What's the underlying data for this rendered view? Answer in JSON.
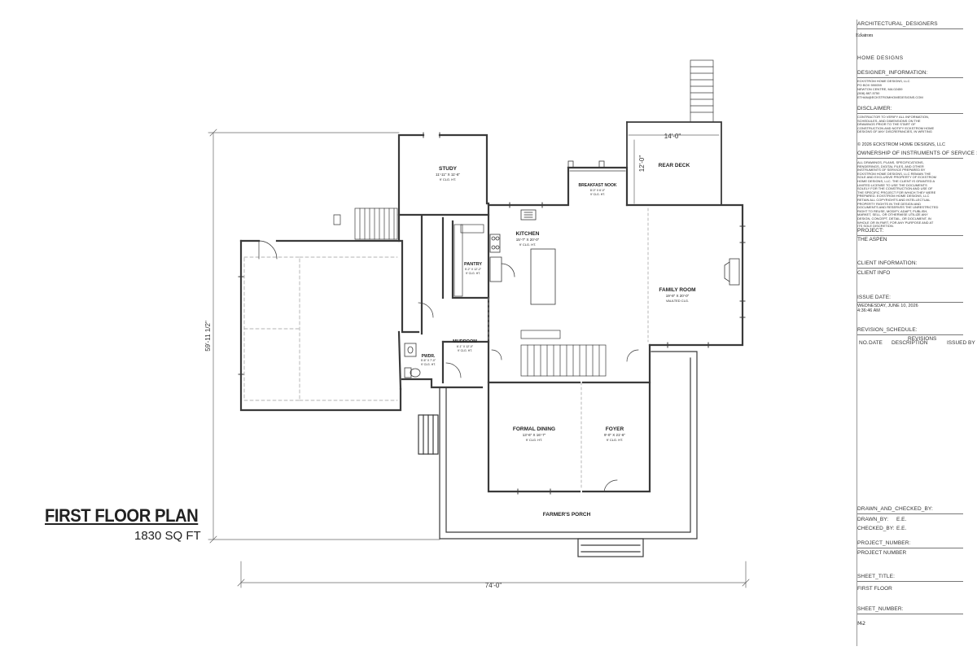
{
  "drawing": {
    "title": "FIRST FLOOR PLAN",
    "area": "1830 SQ FT",
    "dim_width": "74'-0\"",
    "dim_depth": "59'-11 1/2\"",
    "dim_deck_width": "14'-0\"",
    "dim_deck_depth": "12'-0\"",
    "rooms": {
      "study": {
        "name": "STUDY",
        "size": "11'-11\" X 11'-6\"",
        "clg": "9' CLG. HT."
      },
      "breakfast": {
        "name": "BREAKFAST NOOK",
        "size": "8'-0\" X 6'-0\"",
        "clg": "9' CLG. HT."
      },
      "rear_deck": {
        "name": "REAR DECK"
      },
      "kitchen": {
        "name": "KITCHEN",
        "size": "15'-7\" X 20'-0\"",
        "clg": "9' CLG. HT."
      },
      "pantry": {
        "name": "PANTRY",
        "size": "5'-2\" X 12'-2\"",
        "clg": "9' CLG. HT."
      },
      "family": {
        "name": "FAMILY ROOM",
        "size": "19'-8\" X 20'-0\"",
        "clg": "VAULTED CLG."
      },
      "mudroom": {
        "name": "MUDROOM",
        "size": "6'-1\" X 12'-0\"",
        "clg": "9' CLG. HT."
      },
      "pwdr": {
        "name": "PWDR.",
        "size": "5'-6\" X 7'-0\"",
        "clg": "9' CLG. HT."
      },
      "dining": {
        "name": "FORMAL DINING",
        "size": "13'-6\" X 16'-7\"",
        "clg": "9' CLG. HT."
      },
      "foyer": {
        "name": "FOYER",
        "size": "9'-0\" X 21'-6\"",
        "clg": "9' CLG. HT."
      },
      "porch": {
        "name": "FARMER'S PORCH"
      }
    }
  },
  "title_block": {
    "arch_label": "ARCHITECTURAL_DESIGNERS",
    "brand_name": "Eckstrom",
    "brand_sub": "HOME DESIGNS",
    "designer_label": "DESIGNER_INFORMATION:",
    "designer_lines": [
      "ECKSTROM HOME DESIGNS, LLC",
      "PO BOX 590059",
      "NEWTON CENTRE, MA 02459",
      "(508) 887-5750",
      "ETHAN@ECKSTROMHOMEDESIGNS.COM"
    ],
    "disclaimer_label": "DISCLAIMER:",
    "disclaimer_text": "CONTRACTOR TO VERIFY ALL INFORMATION, SCHEDULES, AND DIMENSIONS ON THE DRAWINGS PRIOR TO THE START OF CONSTRUCTION AND NOTIFY ECKSTROM HOME DESIGNS OF ANY DISCREPANCIES, IN WRITING",
    "copyright": "© 2026 ECKSTROM HOME DESIGNS, LLC",
    "ownership_label": "OWNERSHIP OF INSTRUMENTS OF SERVICE :",
    "ownership_text": "ALL DRAWINGS, PLANS, SPECIFICATIONS, RENDERINGS, DIGITAL FILES, AND OTHER INSTRUMENTS OF SERVICE PREPARED BY ECKSTROM HOME DESIGNS, LLC REMAIN THE SOLE AND EXCLUSIVE PROPERTY OF ECKSTROM HOME DESIGNS, LLC. THE CLIENT IS GRANTED A LIMITED LICENSE TO USE THE DOCUMENTS SOLELY FOR THE CONSTRUCTION AND USE OF THE SPECIFIC PROJECT FOR WHICH THEY WERE PREPARED. ECKSTROM HOME DESIGNS, LLC RETAIN ALL COPYRIGHTS AND INTELLECTUAL PROPERTY RIGHTS IN THE DESIGN AND DOCUMENTS AND RESERVES THE UNRESTRICTED RIGHT TO REUSE, MODIFY, ADAPT, PUBLISH, MARKET, SELL, OR OTHERWISE UTILIZE ANY DESIGN, CONCEPT, DETAIL, OR DOCUMENT, IN WHOLE OR IN PART, FOR ANY PURPOSE AND AT ITS SOLE DISCRETION.",
    "project_label": "PROJECT:",
    "project_value": "THE ASPEN",
    "client_label": "CLIENT INFORMATION:",
    "client_value": "CLIENT INFO",
    "issue_label": "ISSUE DATE:",
    "issue_value_1": "WEDNESDAY, JUNE 10, 2026",
    "issue_value_2": "4:36:46 AM",
    "revision_label": "REVISION_SCHEDULE:",
    "revision_header": "REVISIONS",
    "rev_cols": [
      "NO.",
      "DATE",
      "DESCRIPTION",
      "ISSUED BY"
    ],
    "drawn_checked_label": "DRAWN_AND_CHECKED_BY:",
    "drawn_by_label": "DRAWN_BY:",
    "drawn_by_value": "E.E.",
    "checked_by_label": "CHECKED_BY:",
    "checked_by_value": "E.E.",
    "project_number_label": "PROJECT_NUMBER:",
    "project_number_value": "PROJECT NUMBER",
    "sheet_title_label": "SHEET_TITLE:",
    "sheet_title_value": "FIRST FLOOR",
    "sheet_number_label": "SHEET_NUMBER:",
    "sheet_number_value": "M-2"
  },
  "colors": {
    "accent": "#e0404a",
    "wall": "#3a3a3a",
    "line": "#555555",
    "dash": "#9a9a9a"
  }
}
